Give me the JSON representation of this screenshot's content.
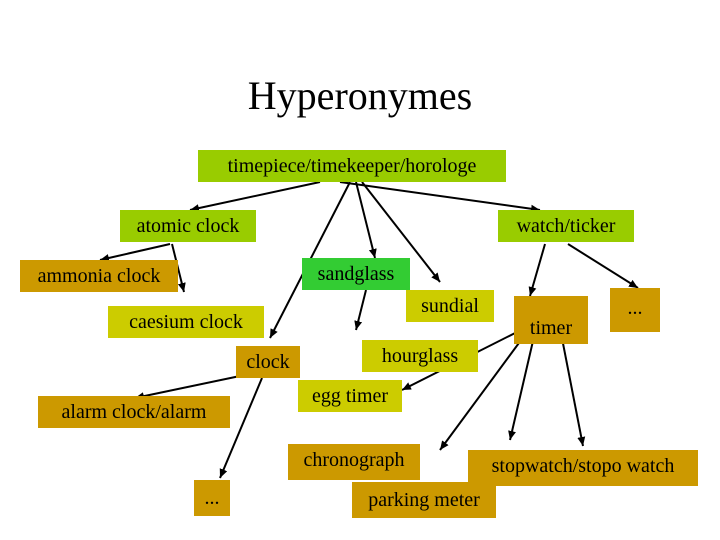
{
  "title": "Hyperonymes",
  "colors": {
    "olive": "#99cc00",
    "gold": "#cc9900",
    "green": "#33cc33",
    "yellow": "#cccc00",
    "edge": "#000000"
  },
  "nodes": {
    "root": "timepiece/timekeeper/horologe",
    "atomic_clock": "atomic clock",
    "watch": "watch/ticker",
    "ammonia_clock": "ammonia clock",
    "sandglass": "sandglass",
    "sundial": "sundial",
    "caesium_clock": "caesium clock",
    "timer": "timer",
    "ellipsis_right": "...",
    "clock": "clock",
    "hourglass": "hourglass",
    "egg_timer": "egg timer",
    "alarm_clock": "alarm clock/alarm",
    "chronograph": "chronograph",
    "stopwatch": "stopwatch/stopo watch",
    "ellipsis_left": "...",
    "parking_meter": "parking meter"
  }
}
